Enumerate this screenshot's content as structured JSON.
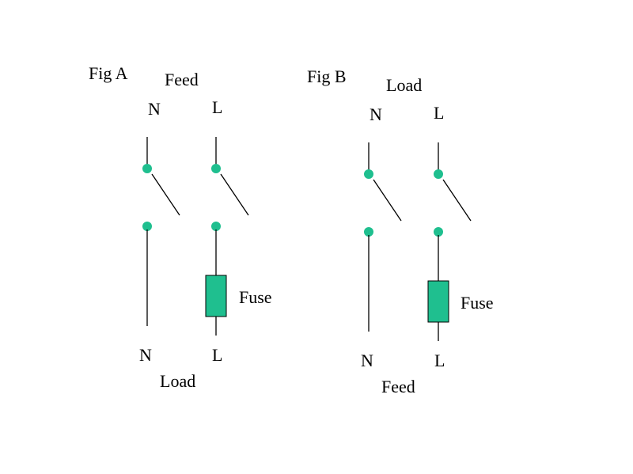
{
  "colors": {
    "terminal": "#1fbf8f",
    "fuse": "#1fbf8f",
    "wire": "#000000",
    "text": "#000000",
    "background": "#ffffff"
  },
  "figures": [
    {
      "title": "Fig A",
      "top_label": "Feed",
      "bottom_label": "Load",
      "neutral_top": "N",
      "live_top": "L",
      "neutral_bottom": "N",
      "live_bottom": "L",
      "fuse_label": "Fuse"
    },
    {
      "title": "Fig B",
      "top_label": "Load",
      "bottom_label": "Feed",
      "neutral_top": "N",
      "live_top": "L",
      "neutral_bottom": "N",
      "live_bottom": "L",
      "fuse_label": "Fuse"
    }
  ]
}
